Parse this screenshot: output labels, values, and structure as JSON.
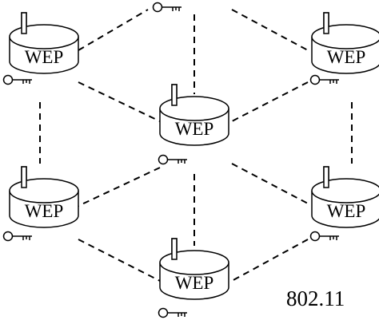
{
  "nodes": [
    {
      "id": "top-left",
      "label": "WEP",
      "icon": "key-icon"
    },
    {
      "id": "top-right",
      "label": "WEP",
      "icon": "key-icon"
    },
    {
      "id": "center",
      "label": "WEP",
      "icon": "key-icon"
    },
    {
      "id": "mid-left",
      "label": "WEP",
      "icon": "key-icon"
    },
    {
      "id": "mid-right",
      "label": "WEP",
      "icon": "key-icon"
    },
    {
      "id": "bottom",
      "label": "WEP",
      "icon": "key-icon"
    }
  ],
  "caption": "802.11",
  "colors": {
    "stroke": "#000000",
    "fill": "#ffffff"
  }
}
